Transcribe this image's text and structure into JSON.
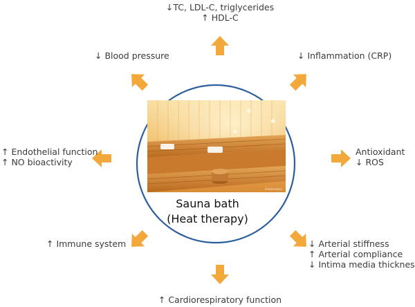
{
  "center": {
    "title_line1": "Sauna bath",
    "title_line2": "(Heat therapy)"
  },
  "effects": {
    "top": [
      "↓TC, LDL-C, triglycerides",
      "↑ HDL-C"
    ],
    "top_left": [
      "↓ Blood pressure"
    ],
    "top_right": [
      "↓ Inflammation (CRP)"
    ],
    "left": [
      "↑ Endothelial function",
      "↑ NO bioactivity"
    ],
    "right": [
      "Antioxidant",
      "↓ ROS"
    ],
    "bottom_left": [
      "↑ Immune system"
    ],
    "bottom_right": [
      "↓ Arterial stiffness",
      "↑ Arterial compliance",
      "↓ Intima media thickness"
    ],
    "bottom": [
      "↑ Cardiorespiratory function"
    ]
  },
  "colors": {
    "arrow": "#F2A83B",
    "circle": "#2C5E9C",
    "wood_light": "#F6D08A",
    "wood_mid": "#E9A64C",
    "wood_dark": "#B86A22"
  },
  "image": {
    "credit": "shutterstock · 0000000000"
  }
}
